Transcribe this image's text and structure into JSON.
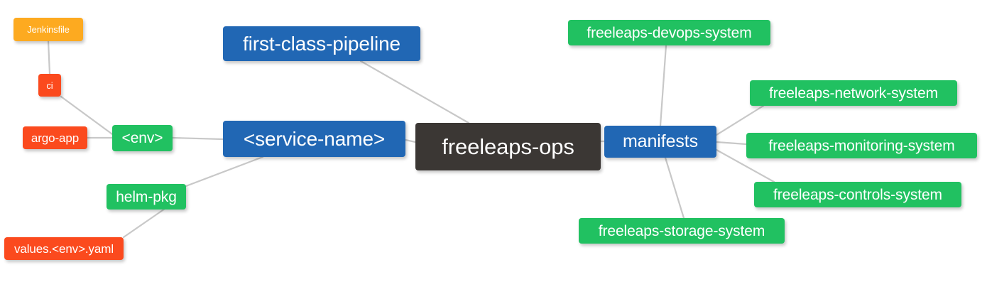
{
  "diagram": {
    "type": "mindmap",
    "title": "freeleaps-ops",
    "background_color": "#ffffff",
    "edge_color": "#c8c8c8",
    "palette": {
      "root": "#3b3734",
      "blue": "#2167b4",
      "green": "#21c161",
      "orange": "#fdaa20",
      "red": "#fb4a1e",
      "text": "#ffffff"
    }
  },
  "nodes": {
    "root": {
      "label": "freeleaps-ops",
      "color": "#3b3734"
    },
    "service_name": {
      "label": "<service-name>",
      "color": "#2167b4"
    },
    "first_class_pipeline": {
      "label": "first-class-pipeline",
      "color": "#2167b4"
    },
    "manifests": {
      "label": "manifests",
      "color": "#2167b4"
    },
    "env": {
      "label": "<env>",
      "color": "#21c161"
    },
    "helm_pkg": {
      "label": "helm-pkg",
      "color": "#21c161"
    },
    "jenkinsfile": {
      "label": "Jenkinsfile",
      "color": "#fdaa20"
    },
    "ci": {
      "label": "ci",
      "color": "#fb4a1e"
    },
    "argo_app": {
      "label": "argo-app",
      "color": "#fb4a1e"
    },
    "values_yaml": {
      "label": "values.<env>.yaml",
      "color": "#fb4a1e"
    },
    "devops_system": {
      "label": "freeleaps-devops-system",
      "color": "#21c161"
    },
    "network_system": {
      "label": "freeleaps-network-system",
      "color": "#21c161"
    },
    "monitoring_system": {
      "label": "freeleaps-monitoring-system",
      "color": "#21c161"
    },
    "controls_system": {
      "label": "freeleaps-controls-system",
      "color": "#21c161"
    },
    "storage_system": {
      "label": "freeleaps-storage-system",
      "color": "#21c161"
    }
  },
  "edges": [
    {
      "from": "root",
      "to": "service_name"
    },
    {
      "from": "root",
      "to": "first_class_pipeline"
    },
    {
      "from": "root",
      "to": "manifests"
    },
    {
      "from": "service_name",
      "to": "env"
    },
    {
      "from": "service_name",
      "to": "helm_pkg"
    },
    {
      "from": "env",
      "to": "ci"
    },
    {
      "from": "env",
      "to": "argo_app"
    },
    {
      "from": "ci",
      "to": "jenkinsfile"
    },
    {
      "from": "helm_pkg",
      "to": "values_yaml"
    },
    {
      "from": "manifests",
      "to": "devops_system"
    },
    {
      "from": "manifests",
      "to": "network_system"
    },
    {
      "from": "manifests",
      "to": "monitoring_system"
    },
    {
      "from": "manifests",
      "to": "controls_system"
    },
    {
      "from": "manifests",
      "to": "storage_system"
    }
  ]
}
